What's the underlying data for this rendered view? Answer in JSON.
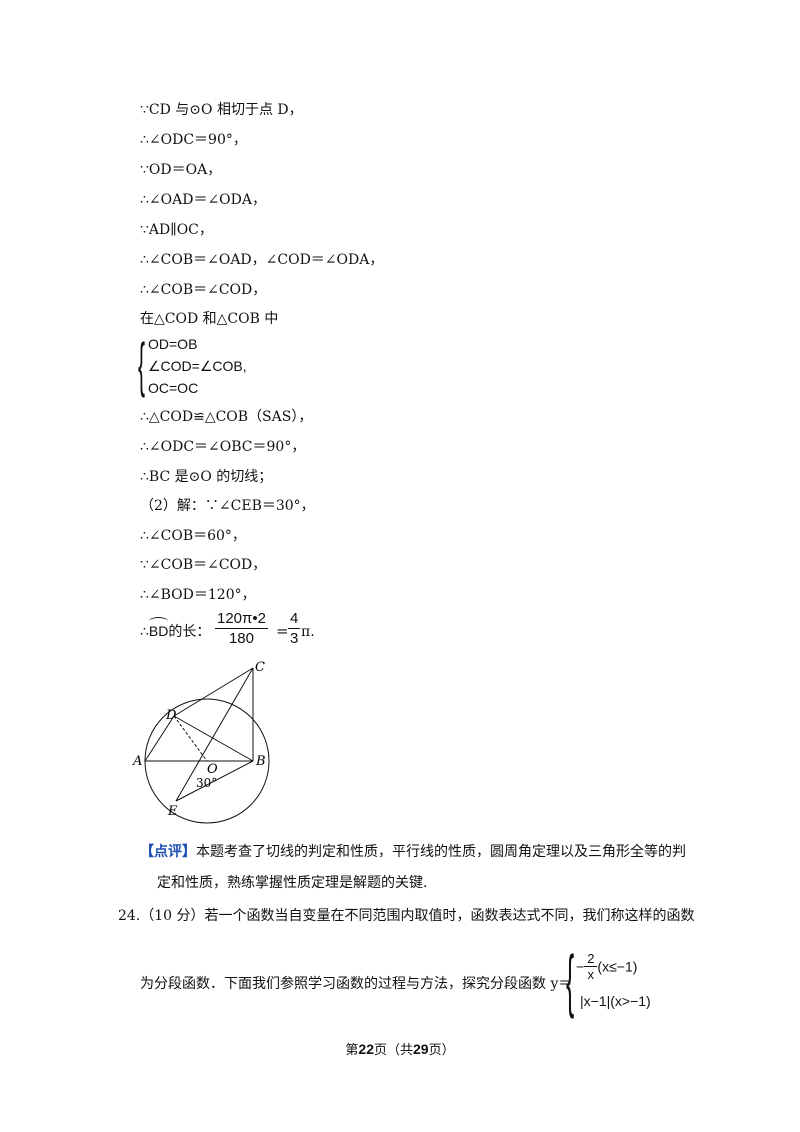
{
  "lines": [
    "∵CD 与⊙O 相切于点 D，",
    "∴∠ODC＝90°，",
    "∵OD＝OA，",
    "∴∠OAD＝∠ODA，",
    "∵AD∥OC，",
    "∴∠COB＝∠OAD，∠COD＝∠ODA，",
    "∴∠COB＝∠COD，",
    "在△COD 和△COB 中"
  ],
  "system": [
    "OD=OB",
    "∠COD=∠COB,",
    "OC=OC"
  ],
  "lines2": [
    "∴△COD≌△COB（SAS），",
    "∴∠ODC＝∠OBC＝90°，",
    "∴BC 是⊙O 的切线；",
    "（2）解：∵∠CEB＝30°，",
    "∴∠COB＝60°，",
    "∵∠COB＝∠COD，",
    "∴∠BOD＝120°，"
  ],
  "arc": {
    "prefix": "∴",
    "arc_name": "BD",
    "suffix": "的长：",
    "frac1_num": "120π•2",
    "frac1_den": "180",
    "equals": "=",
    "frac2_num": "4",
    "frac2_den": "3",
    "tail": "π."
  },
  "figure": {
    "labels": {
      "A": "A",
      "B": "B",
      "C": "C",
      "D": "D",
      "E": "E",
      "O": "O",
      "angle": "30°"
    }
  },
  "comment": {
    "tag": "【点评】",
    "text1": "本题考查了切线的判定和性质，平行线的性质，圆周角定理以及三角形全等的判",
    "text2": "定和性质，熟练掌握性质定理是解题的关键."
  },
  "q24": {
    "text1": "24.（10 分）若一个函数当自变量在不同范围内取值时，函数表达式不同，我们称这样的函数",
    "text2": "为分段函数．下面我们参照学习函数的过程与方法，探究分段函数 y＝",
    "case1": "−2/x (x≤−1)",
    "case1_num": "2",
    "case1_den": "x",
    "case1_cond": "(x≤−1)",
    "case2": "|x−1|(x>−1)"
  },
  "footer": {
    "prefix": "第",
    "page": "22",
    "mid": "页（共",
    "total": "29",
    "suffix": "页）"
  }
}
